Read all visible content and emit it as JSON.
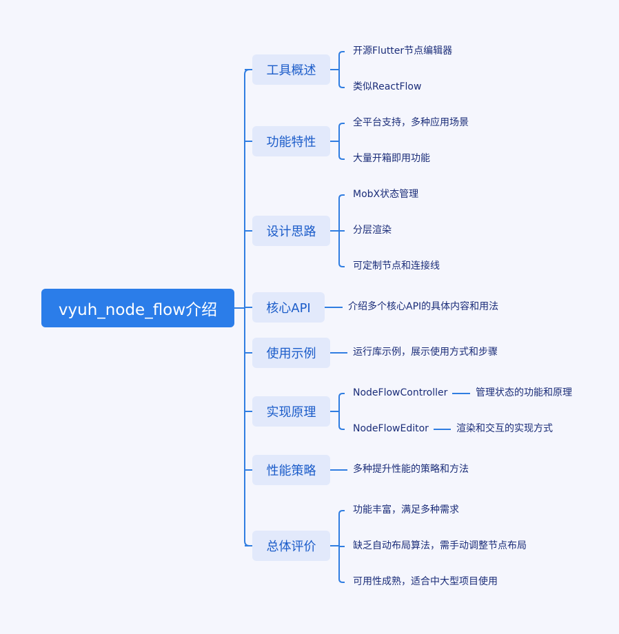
{
  "root": {
    "label": "vyuh_node_flow介绍"
  },
  "branches": [
    {
      "label": "工具概述",
      "leaves": [
        {
          "label": "开源Flutter节点编辑器"
        },
        {
          "label": "类似ReactFlow"
        }
      ]
    },
    {
      "label": "功能特性",
      "leaves": [
        {
          "label": "全平台支持，多种应用场景"
        },
        {
          "label": "大量开箱即用功能"
        }
      ]
    },
    {
      "label": "设计思路",
      "leaves": [
        {
          "label": "MobX状态管理"
        },
        {
          "label": "分层渲染"
        },
        {
          "label": "可定制节点和连接线"
        }
      ]
    },
    {
      "label": "核心API",
      "leaves": [
        {
          "label": "介绍多个核心API的具体内容和用法"
        }
      ]
    },
    {
      "label": "使用示例",
      "leaves": [
        {
          "label": "运行库示例，展示使用方式和步骤"
        }
      ]
    },
    {
      "label": "实现原理",
      "leaves": [
        {
          "label": "NodeFlowController",
          "detail": "管理状态的功能和原理"
        },
        {
          "label": "NodeFlowEditor",
          "detail": "渲染和交互的实现方式"
        }
      ]
    },
    {
      "label": "性能策略",
      "leaves": [
        {
          "label": "多种提升性能的策略和方法"
        }
      ]
    },
    {
      "label": "总体评价",
      "leaves": [
        {
          "label": "功能丰富，满足多种需求"
        },
        {
          "label": "缺乏自动布局算法，需手动调整节点布局"
        },
        {
          "label": "可用性成熟，适合中大型项目使用"
        }
      ]
    }
  ],
  "colors": {
    "line": "#2f7de1",
    "root": "#2b7de9",
    "branch_bg": "#e2e9fb"
  }
}
